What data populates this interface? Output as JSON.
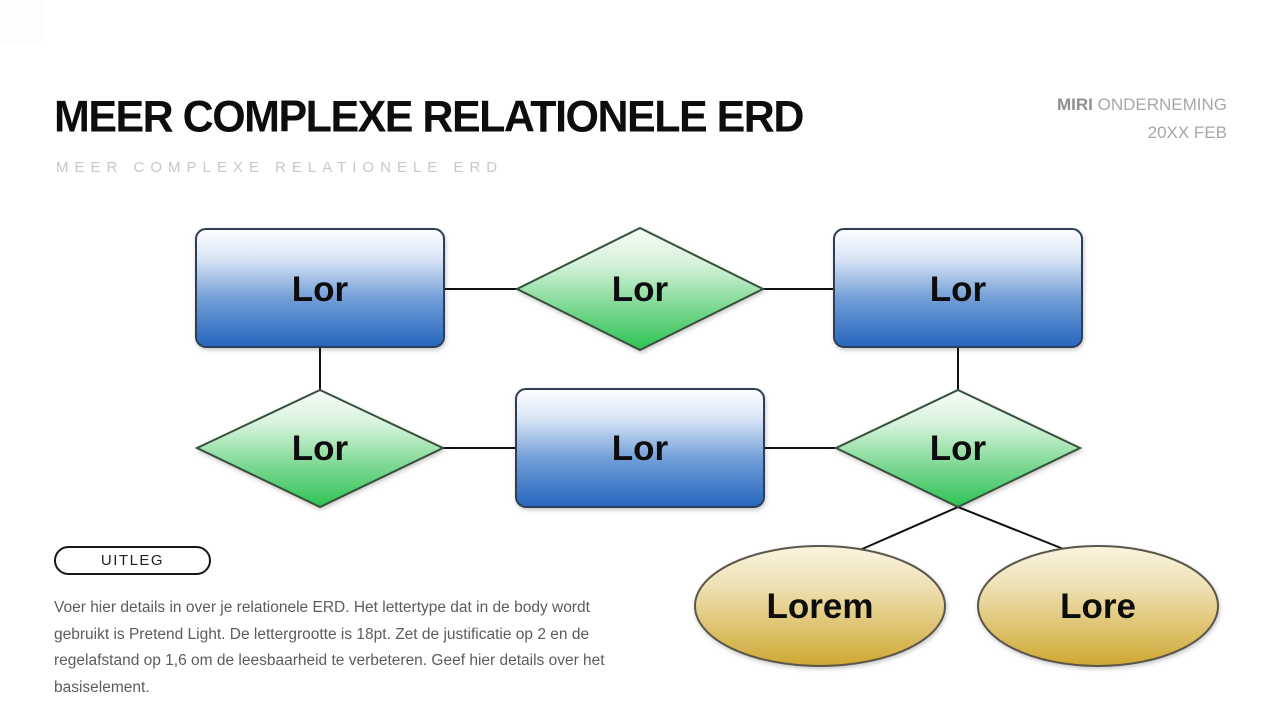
{
  "header": {
    "title": "MEER COMPLEXE RELATIONELE ERD",
    "subtitle": "MEER COMPLEXE RELATIONELE ERD",
    "brand_bold": "MIRI",
    "brand_rest": " ONDERNEMING",
    "date": "20XX FEB"
  },
  "diagram": {
    "nodes": [
      {
        "id": "entity-top-left",
        "type": "entity",
        "label": "Lor"
      },
      {
        "id": "relationship-top",
        "type": "relationship",
        "label": "Lor"
      },
      {
        "id": "entity-top-right",
        "type": "entity",
        "label": "Lor"
      },
      {
        "id": "relationship-mid-left",
        "type": "relationship",
        "label": "Lor"
      },
      {
        "id": "entity-middle",
        "type": "entity",
        "label": "Lor"
      },
      {
        "id": "relationship-mid-right",
        "type": "relationship",
        "label": "Lor"
      },
      {
        "id": "attribute-left",
        "type": "attribute",
        "label": "Lorem"
      },
      {
        "id": "attribute-right",
        "type": "attribute",
        "label": "Lore"
      }
    ],
    "colors": {
      "entity_blue": "#2566be",
      "relationship_green": "#2ec253",
      "attribute_gold": "#cfa832",
      "connector_black": "#111111"
    }
  },
  "footer": {
    "button_label": "UITLEG",
    "body": "Voer hier details in over je relationele ERD. Het lettertype dat in de body wordt gebruikt is Pretend Light. De lettergrootte is 18pt. Zet de justificatie op 2 en de regelafstand op 1,6 om de leesbaarheid te verbeteren. Geef hier details over het basiselement."
  }
}
